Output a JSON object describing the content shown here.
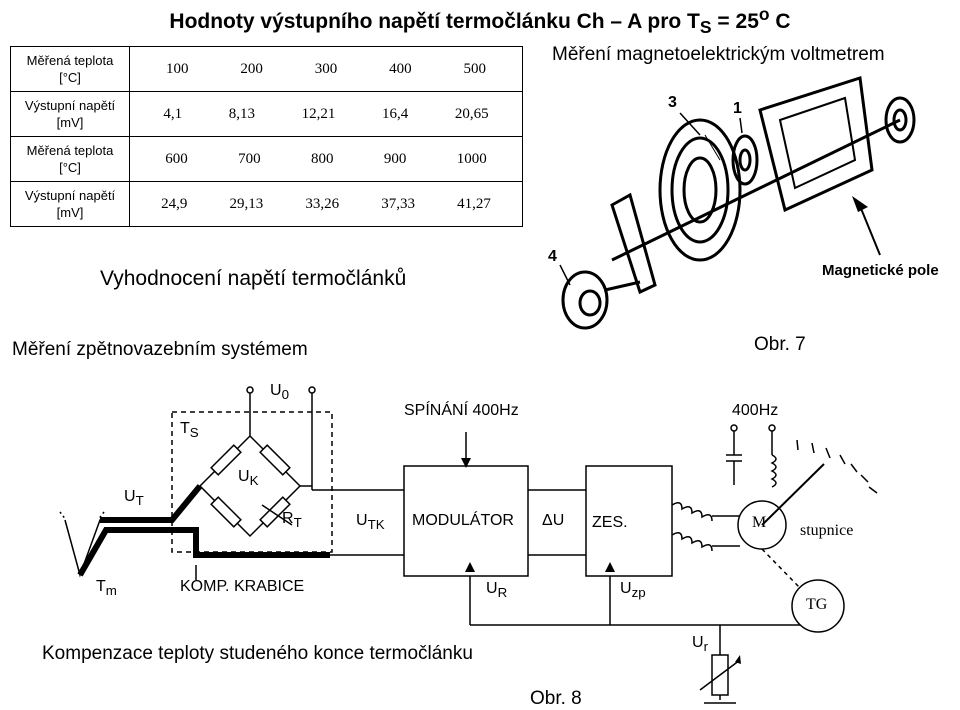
{
  "title": "Hodnoty výstupního napětí termočlánku Ch – A pro T",
  "title_sub": "S",
  "title_tail": " = 25",
  "title_sup": "o",
  "title_end": " C",
  "table": {
    "rows": [
      {
        "label_line1": "Měřená teplota",
        "label_line2": "[°C]",
        "values": [
          "100",
          "200",
          "300",
          "400",
          "500"
        ]
      },
      {
        "label_line1": "Výstupní napětí",
        "label_line2": "[mV]",
        "values": [
          "4,1",
          "8,13",
          "12,21",
          "16,4",
          "20,65"
        ]
      },
      {
        "label_line1": "Měřená teplota",
        "label_line2": "[°C]",
        "values": [
          "600",
          "700",
          "800",
          "900",
          "1000"
        ]
      },
      {
        "label_line1": "Výstupní napětí",
        "label_line2": "[mV]",
        "values": [
          "24,9",
          "29,13",
          "33,26",
          "37,33",
          "41,27"
        ]
      }
    ]
  },
  "subtitle": "Vyhodnocení napětí termočlánků",
  "magnetoelectric": {
    "heading": "Měření magnetoelektrickým voltmetrem",
    "callouts": [
      "3",
      "1",
      "4"
    ],
    "field_label": "Magnetické pole",
    "caption": "Obr. 7"
  },
  "feedback": {
    "heading": "Měření zpětnovazebním systémem",
    "labels": {
      "u0": "U",
      "u0_sub": "0",
      "ts": "T",
      "ts_sub": "S",
      "uk": "U",
      "uk_sub": "K",
      "rt": "R",
      "rt_sub": "T",
      "ut": "U",
      "ut_sub": "T",
      "utk": "U",
      "utk_sub": "TK",
      "tm": "T",
      "tm_sub": "m",
      "switching": "SPÍNÁNÍ 400Hz",
      "modulator": "MODULÁTOR",
      "delta_u": "ΔU",
      "amp": "ZES.",
      "hz400": "400Hz",
      "motor": "M",
      "scale": "stupnice",
      "tg": "TG",
      "comp_box": "KOMP. KRABICE",
      "ur": "U",
      "ur_sub": "R",
      "uzp": "U",
      "uzp_sub": "zp",
      "ur2": "U",
      "ur2_sub": "r"
    },
    "caption_comp": "Kompenzace teploty studeného konce termočlánku",
    "caption": "Obr. 8"
  }
}
